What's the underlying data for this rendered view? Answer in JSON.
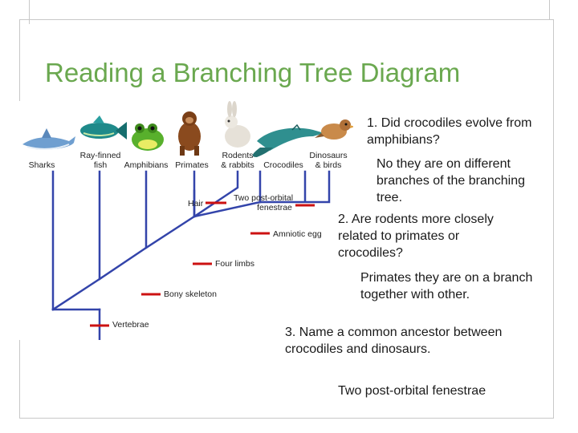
{
  "slide": {
    "title": "Reading a Branching Tree Diagram"
  },
  "tree": {
    "taxa": [
      "Sharks",
      "Ray-finned fish",
      "Amphibians",
      "Primates",
      "Rodents & rabbits",
      "Crocodiles",
      "Dinosaurs & birds"
    ],
    "taxa_lines": [
      [
        "Sharks"
      ],
      [
        "Ray-finned",
        "fish"
      ],
      [
        "Amphibians"
      ],
      [
        "Primates"
      ],
      [
        "Rodents",
        "& rabbits"
      ],
      [
        "Crocodiles"
      ],
      [
        "Dinosaurs",
        "& birds"
      ]
    ],
    "traits": {
      "hair": "Hair",
      "two_post_orbital_lines": [
        "Two post-orbital",
        "fenestrae"
      ],
      "amniotic_egg": "Amniotic egg",
      "four_limbs": "Four limbs",
      "bony_skeleton": "Bony skeleton",
      "vertebrae": "Vertebrae"
    },
    "colors": {
      "branch": "#3344aa",
      "trait_mark": "#cc1111"
    }
  },
  "questions": {
    "q1": "1. Did crocodiles evolve from amphibians?",
    "a1": "No they are on different branches of the branching tree.",
    "q2": "2. Are rodents more closely related to primates or crocodiles?",
    "a2": "Primates they are on a branch together with other.",
    "q3": "3. Name a common ancestor between crocodiles and dinosaurs.",
    "a3": "Two post-orbital fenestrae"
  }
}
